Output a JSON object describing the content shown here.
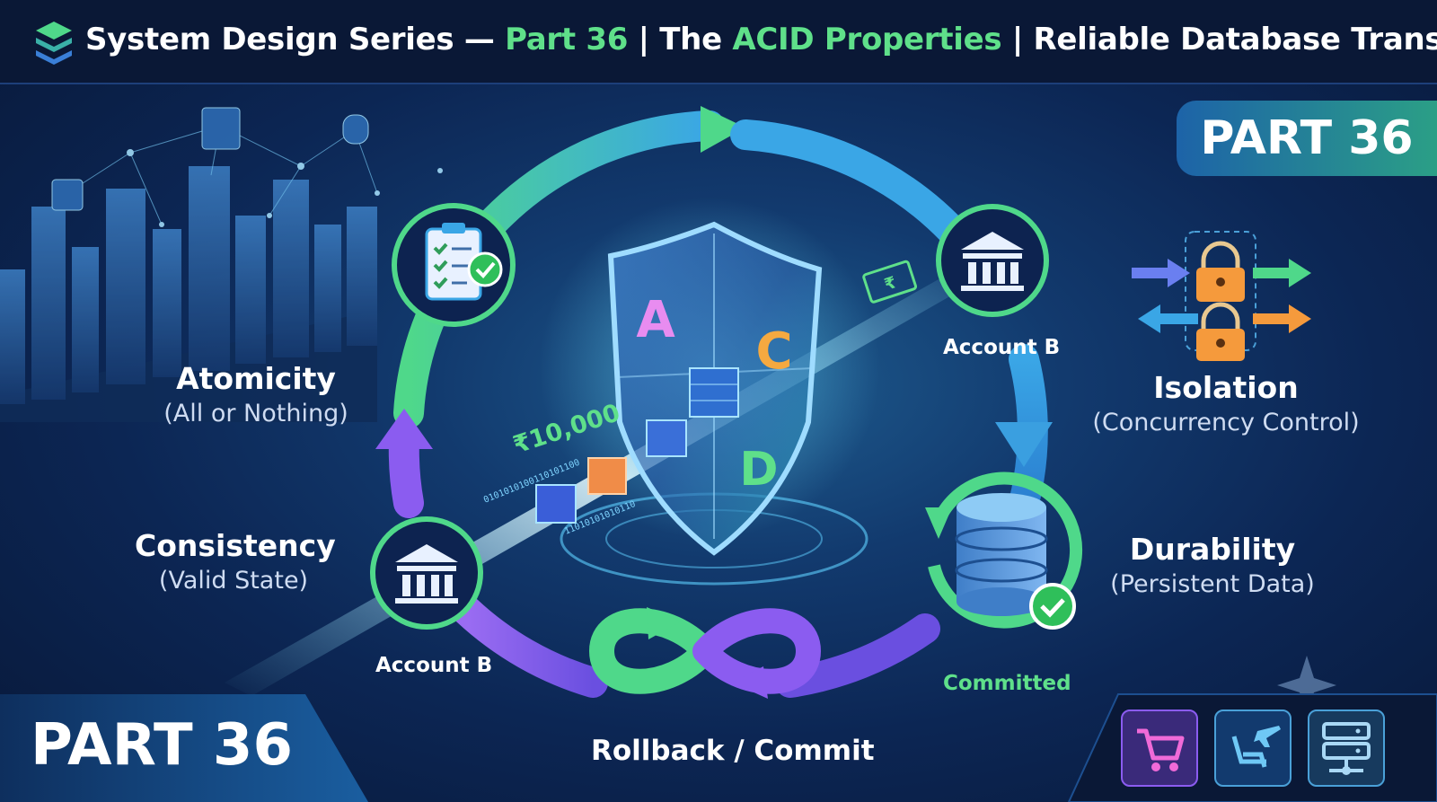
{
  "header": {
    "title_pre": "System Design Series — ",
    "title_part": "Part 36",
    "title_sep1": " | The ",
    "title_acid": "ACID Properties",
    "title_sep2": " | Reliable Database Transactions"
  },
  "badges": {
    "part_top_right": "PART 36",
    "part_bottom_left": "PART 36"
  },
  "properties": {
    "atomicity": {
      "title": "Atomicity",
      "subtitle": "(All or Nothing)"
    },
    "consistency": {
      "title": "Consistency",
      "subtitle": "(Valid State)"
    },
    "isolation": {
      "title": "Isolation",
      "subtitle": "(Concurrency Control)"
    },
    "durability": {
      "title": "Durability",
      "subtitle": "(Persistent Data)"
    }
  },
  "nodes": {
    "account_top": "Account B",
    "account_bottom": "Account B",
    "committed": "Committed",
    "rollback_commit": "Rollback / Commit"
  },
  "shield_letters": [
    "A",
    "C",
    "D"
  ],
  "amount": "₹10,000",
  "binary_text": [
    "0101010100110101100",
    "11010101010110"
  ],
  "icons": [
    "clipboard-check-icon",
    "bank-icon",
    "shield-icon",
    "database-icon",
    "padlock-icon",
    "infinity-arrows-icon",
    "cart-icon",
    "airline-seat-icon",
    "server-icon"
  ],
  "colors": {
    "green": "#5fe08a",
    "blue": "#3ea8e8",
    "purple": "#8b5cf0",
    "orange": "#f59a3c",
    "navy": "#0a1836"
  }
}
